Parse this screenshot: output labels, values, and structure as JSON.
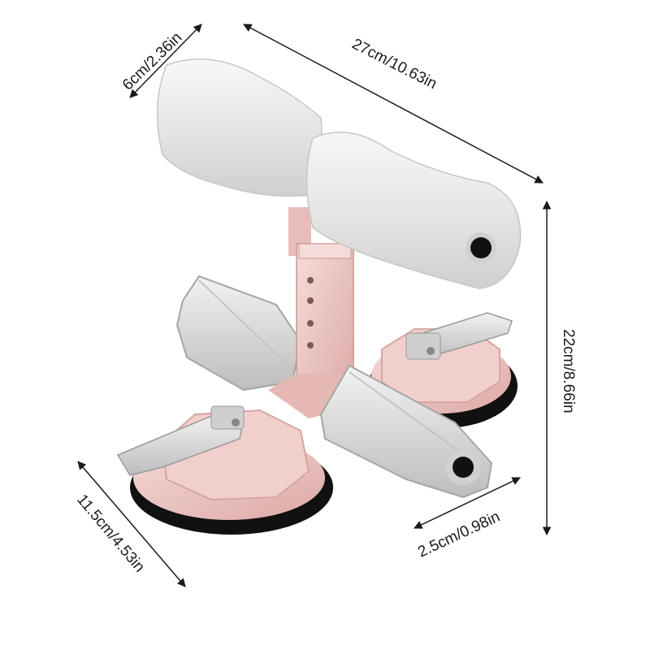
{
  "dimensions": {
    "depth": "6cm/2.36in",
    "width": "27cm/10.63in",
    "height": "22cm/8.66in",
    "base": "11.5cm/4.53in",
    "foot_bar": "2.5cm/0.98in"
  },
  "colors": {
    "foam": "#e7e7e7",
    "pink": "#efc9c6",
    "pink_dark": "#d8aaa6",
    "rubber": "#111111",
    "metal": "#d9d9d9",
    "line": "#1a1a1a"
  }
}
